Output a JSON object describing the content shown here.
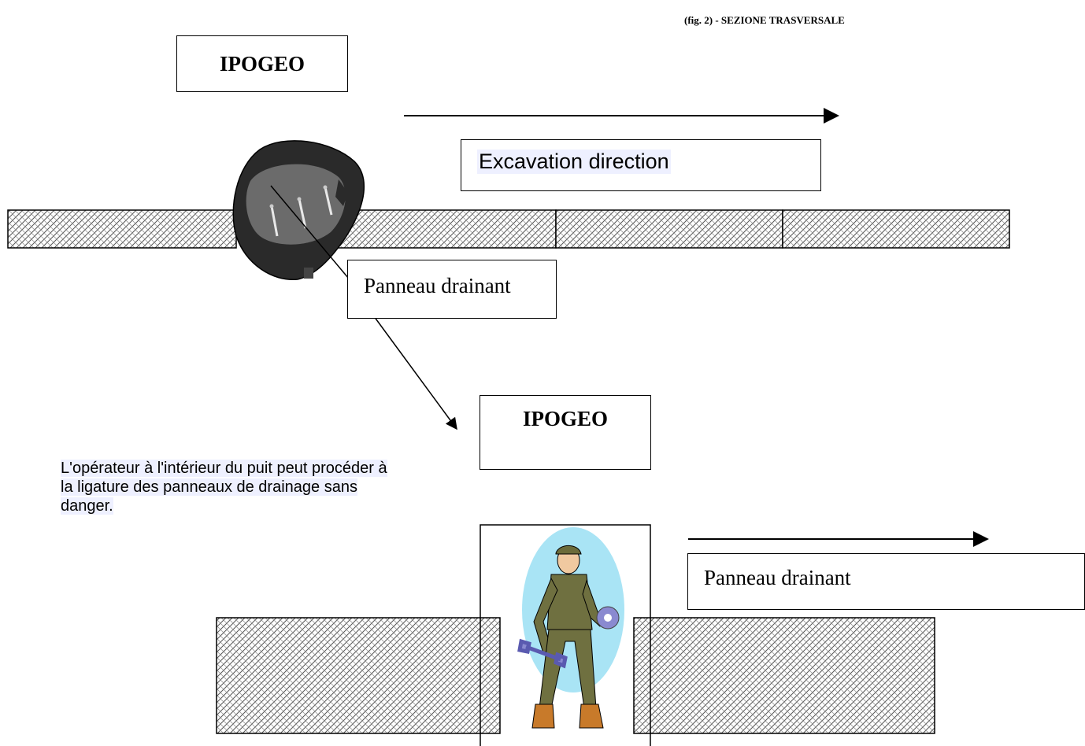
{
  "figure": {
    "caption": "(fig. 2) - SEZIONE TRASVERSALE"
  },
  "top_section": {
    "ipogeo_label": "IPOGEO",
    "direction_label": "Excavation direction",
    "panel_label": "Panneau drainant"
  },
  "bottom_section": {
    "ipogeo_label": "IPOGEO",
    "panel_label": "Panneau drainant",
    "operator_note": "L'opérateur à l'intérieur du puit peut procéder à la ligature des panneaux de drainage  sans danger."
  },
  "icons": [
    "drill-head-icon",
    "worker-with-wrench-icon"
  ]
}
